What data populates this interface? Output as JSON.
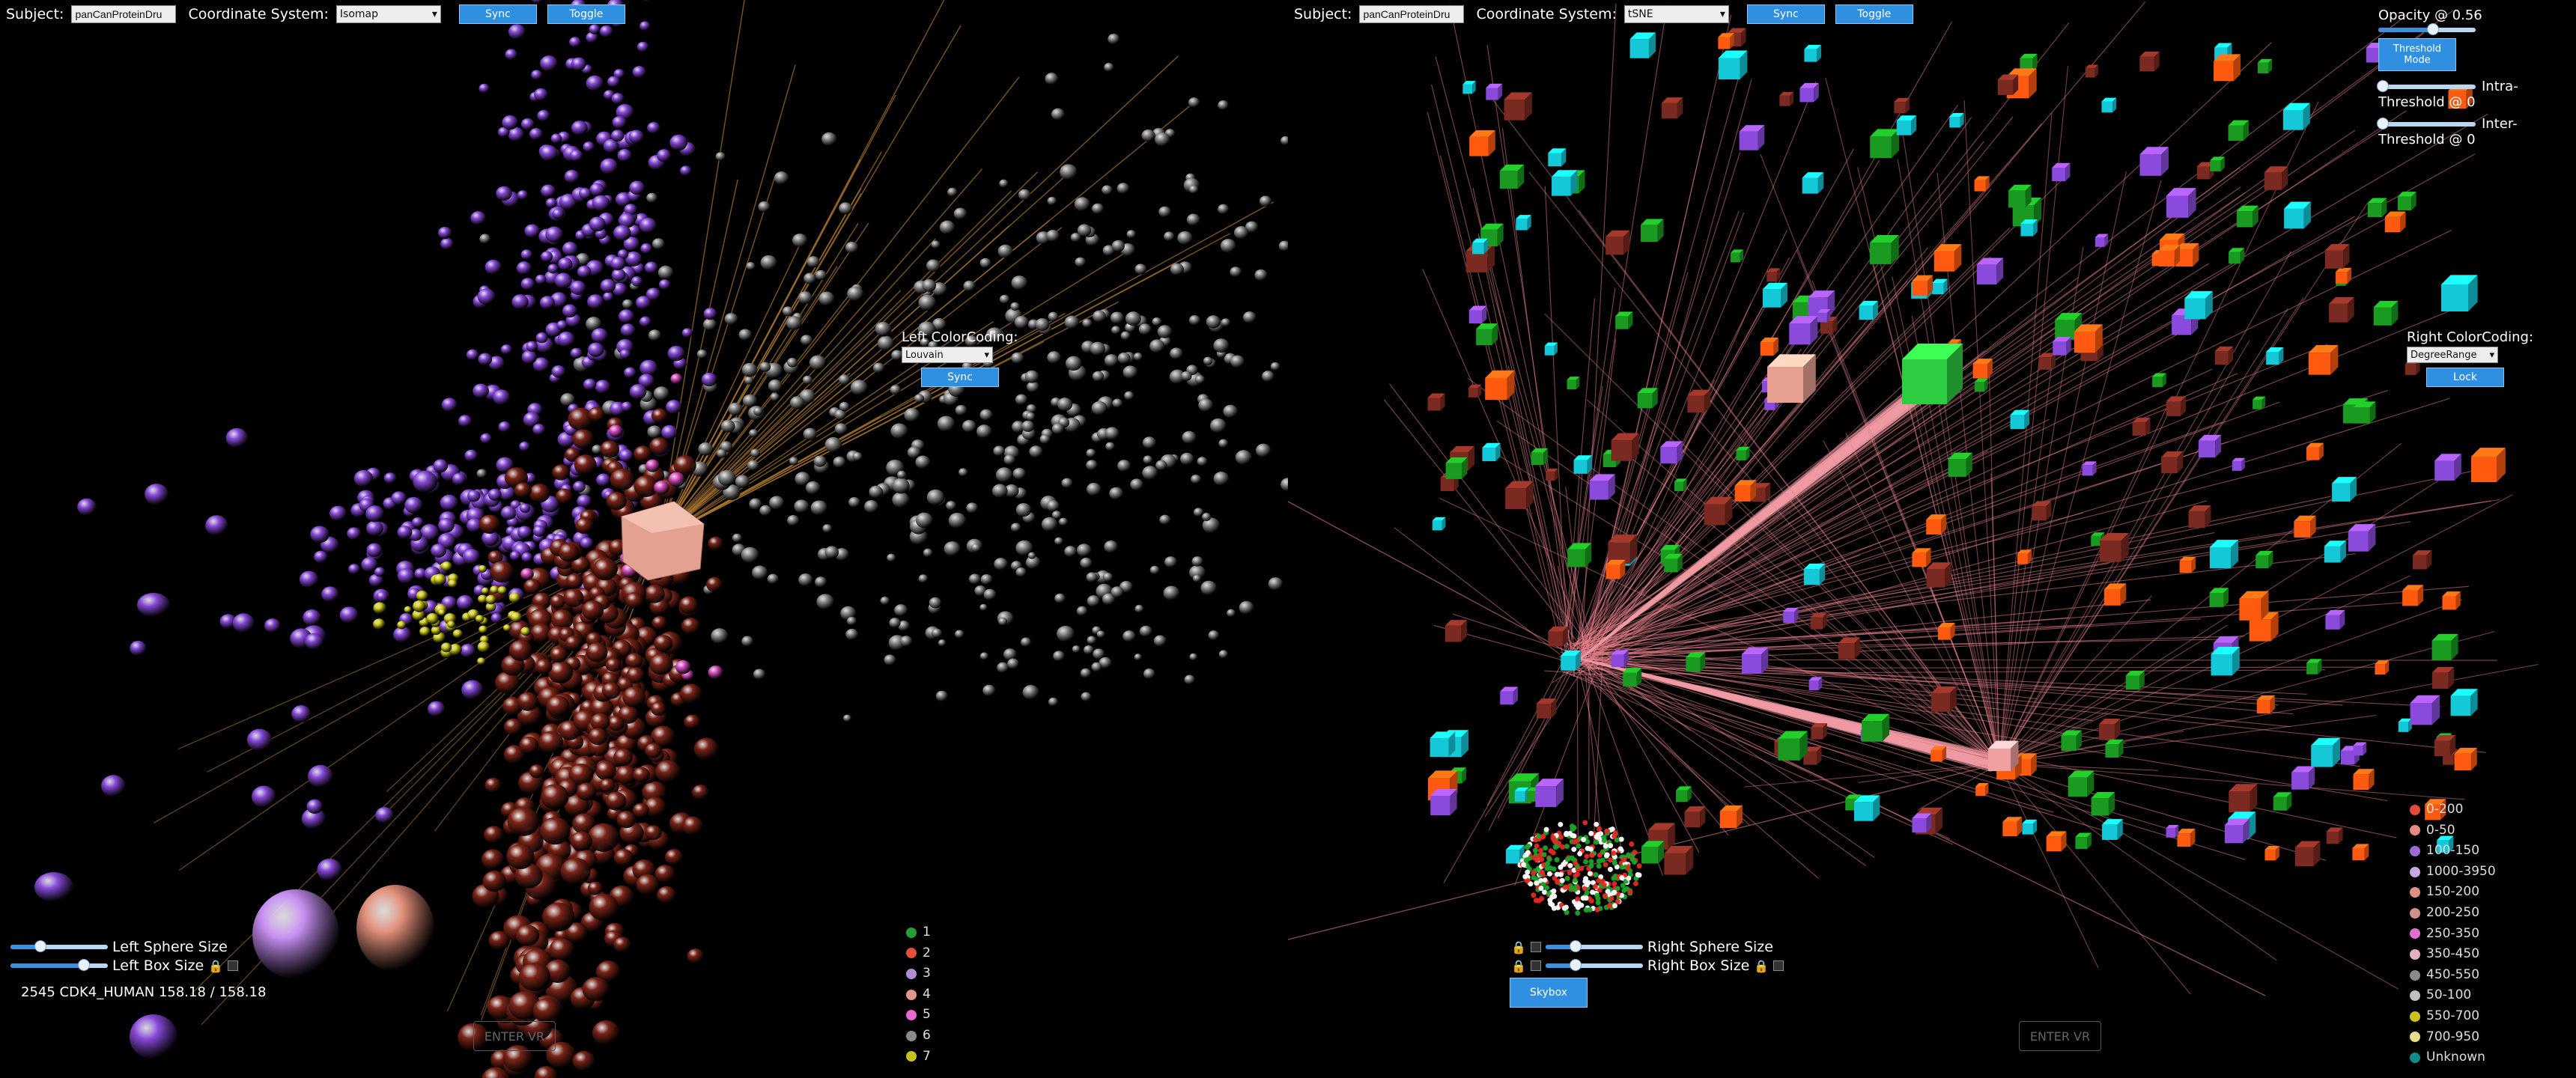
{
  "left": {
    "subject_label": "Subject:",
    "subject_value": "panCanProteinDru",
    "coord_label": "Coordinate System:",
    "coord_value": "Isomap",
    "sync_label": "Sync",
    "toggle_label": "Toggle",
    "colorcoding_label": "Left ColorCoding:",
    "colorcoding_value": "Louvain",
    "colorcoding_sync": "Sync",
    "sphere_size_label": "Left Sphere Size",
    "box_size_label": "Left Box Size",
    "status_text": "2545 CDK4_HUMAN 158.18 / 158.18",
    "enter_vr": "ENTER VR",
    "legend": [
      {
        "label": "1",
        "color": "#22a033"
      },
      {
        "label": "2",
        "color": "#e2503a"
      },
      {
        "label": "3",
        "color": "#b28ad8"
      },
      {
        "label": "4",
        "color": "#e0968a"
      },
      {
        "label": "5",
        "color": "#e86ad0"
      },
      {
        "label": "6",
        "color": "#8a8a8a"
      },
      {
        "label": "7",
        "color": "#c9c21a"
      }
    ]
  },
  "right": {
    "subject_label": "Subject:",
    "subject_value": "panCanProteinDru",
    "coord_label": "Coordinate System:",
    "coord_value": "tSNE",
    "sync_label": "Sync",
    "toggle_label": "Toggle",
    "opacity_label": "Opacity @ 0.56",
    "opacity_value": 0.56,
    "threshold_button": "Threshold Mode",
    "intra_label": "Intra-",
    "intra_threshold": "Threshold @ 0",
    "inter_label": "Inter-",
    "inter_threshold": "Threshold @ 0",
    "colorcoding_label": "Right ColorCoding:",
    "colorcoding_value": "DegreeRange",
    "lock_label": "Lock",
    "sphere_size_label": "Right Sphere Size",
    "box_size_label": "Right Box Size",
    "skybox_label": "Skybox",
    "enter_vr": "ENTER VR",
    "legend": [
      {
        "label": "0-200",
        "color": "#e24a3a"
      },
      {
        "label": "0-50",
        "color": "#e88a80"
      },
      {
        "label": "100-150",
        "color": "#9a6ad8"
      },
      {
        "label": "1000-3950",
        "color": "#c9a8e6"
      },
      {
        "label": "150-200",
        "color": "#e09080"
      },
      {
        "label": "200-250",
        "color": "#d0908a"
      },
      {
        "label": "250-350",
        "color": "#e070d0"
      },
      {
        "label": "350-450",
        "color": "#e8b0c8"
      },
      {
        "label": "450-550",
        "color": "#8a8a8a"
      },
      {
        "label": "50-100",
        "color": "#c0c0c0"
      },
      {
        "label": "550-700",
        "color": "#c9c21a"
      },
      {
        "label": "700-950",
        "color": "#e6e08a"
      },
      {
        "label": "Unknown",
        "color": "#138a8a"
      }
    ]
  }
}
